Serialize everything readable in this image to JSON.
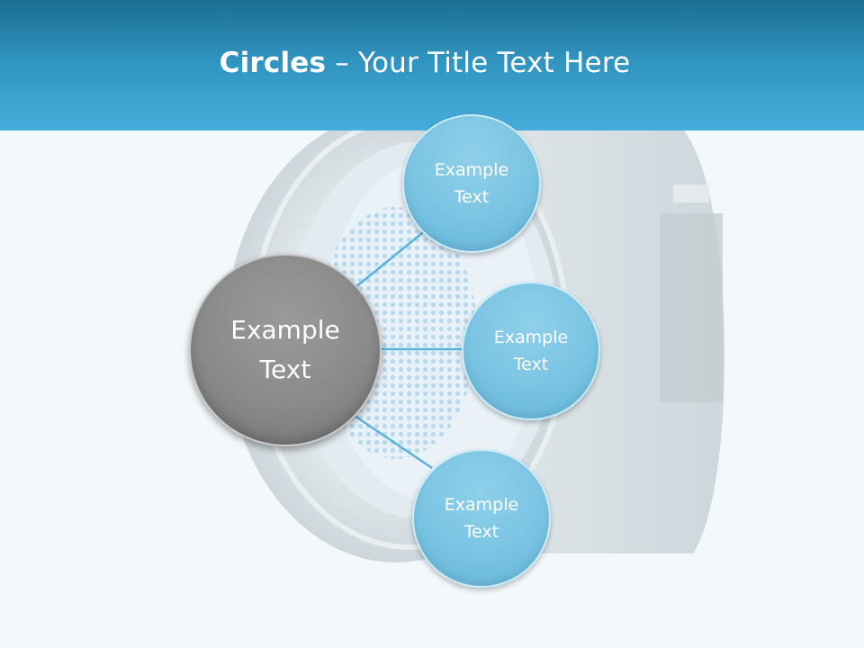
{
  "slide": {
    "title_bold": "Circles",
    "title_rest": " – Your Title Text Here"
  },
  "diagram": {
    "center": {
      "text": "Example\nText"
    },
    "nodes": [
      {
        "text": "Example\nText"
      },
      {
        "text": "Example\nText"
      },
      {
        "text": "Example\nText"
      }
    ]
  },
  "colors": {
    "header": "#2f93bf",
    "center_circle": "#8a8a8a",
    "node_circle": "#7ac4e3",
    "connector": "#5ab3d8",
    "background": "#f3f9fb"
  }
}
